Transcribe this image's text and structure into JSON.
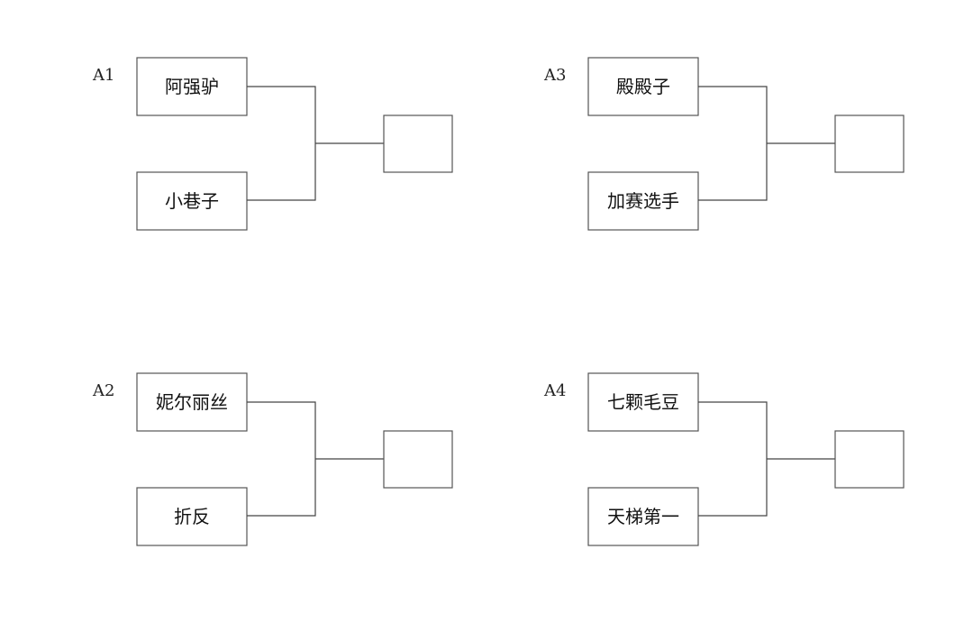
{
  "groups": [
    {
      "label": "A1",
      "players": [
        "阿强驴",
        "小巷子"
      ],
      "winner": ""
    },
    {
      "label": "A2",
      "players": [
        "妮尔丽丝",
        "折反"
      ],
      "winner": ""
    },
    {
      "label": "A3",
      "players": [
        "殿殿子",
        "加赛选手"
      ],
      "winner": ""
    },
    {
      "label": "A4",
      "players": [
        "七颗毛豆",
        "天梯第一"
      ],
      "winner": ""
    }
  ]
}
